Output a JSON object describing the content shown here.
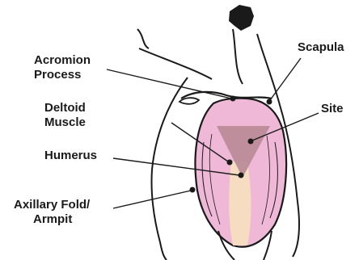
{
  "labels": {
    "acromion_line1": "Acromion",
    "acromion_line2": "Process",
    "scapula": "Scapula",
    "deltoid_line1": "Deltoid",
    "deltoid_line2": "Muscle",
    "site": "Site",
    "humerus": "Humerus",
    "axillary_line1": "Axillary Fold/",
    "axillary_line2": "Armpit"
  },
  "colors": {
    "ink": "#1a1a1a",
    "deltoid_fill": "#eeb8d6",
    "site_triangle": "#b88a96",
    "humerus_bone": "#f6dcc0"
  }
}
